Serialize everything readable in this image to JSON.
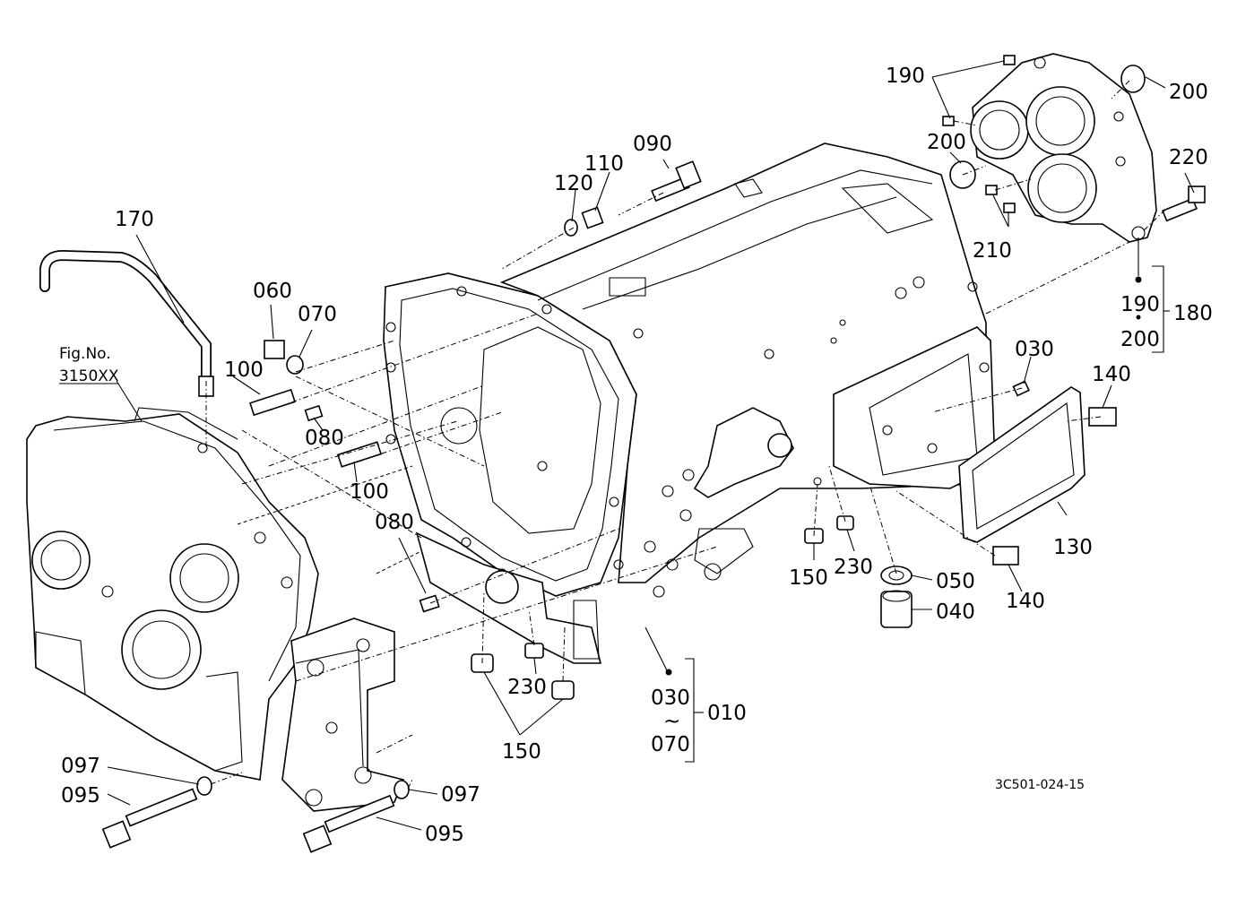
{
  "figure_ref": {
    "line1": "Fig.No.",
    "line2": "3150XX"
  },
  "drawing_code": "3C501-024-15",
  "labels": {
    "p190a": "190",
    "p200a": "200",
    "p200b": "200",
    "p220": "220",
    "p210": "210",
    "p190b": "190",
    "p200c": "200",
    "p180": "180",
    "p170": "170",
    "p090": "090",
    "p110": "110",
    "p120": "120",
    "p060": "060",
    "p070": "070",
    "p100a": "100",
    "p080a": "080",
    "p100b": "100",
    "p080b": "080",
    "p030a": "030",
    "p140a": "140",
    "p130": "130",
    "p140b": "140",
    "p150a": "150",
    "p230a": "230",
    "p050": "050",
    "p040": "040",
    "p230b": "230",
    "p150b": "150",
    "p030b": "030",
    "tilde": "~",
    "p070b": "070",
    "p010": "010",
    "p097a": "097",
    "p095a": "095",
    "p097b": "097",
    "p095b": "095"
  }
}
